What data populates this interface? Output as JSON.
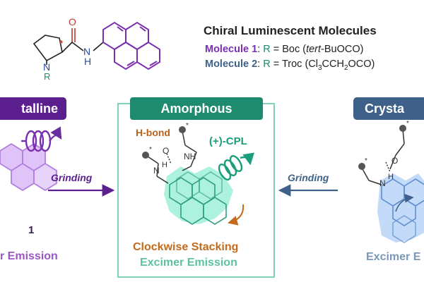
{
  "structure": {
    "atom_o": "O",
    "atom_n_amide": "N",
    "atom_h_amide": "H",
    "atom_n_ring": "N",
    "atom_r": "R",
    "stereo_mark": "*"
  },
  "header": {
    "title": "Chiral Luminescent Molecules",
    "molecule1": {
      "name": "Molecule 1",
      "r_label": "R",
      "desc": "= Boc (",
      "italic": "tert",
      "desc_end": "-BuOCO)"
    },
    "molecule2": {
      "name": "Molecule 2",
      "r_label": "R",
      "desc": "= Troc (Cl",
      "sub1": "3",
      "mid": "CCH",
      "sub2": "2",
      "end": "OCO)"
    }
  },
  "panels": {
    "left": {
      "banner": "talline",
      "arrow_label": "Grinding",
      "compound": "1",
      "emission": "r Emission"
    },
    "center": {
      "banner": "Amorphous",
      "hbond": "H-bond",
      "cpl": "(+)-CPL",
      "stacking": "Clockwise Stacking",
      "emission": "Excimer Emission"
    },
    "right": {
      "banner": "Crysta",
      "arrow_label": "Grinding",
      "emission": "Excimer E"
    }
  },
  "molecule_labels": {
    "nh": "NH",
    "o": "O",
    "h": "H",
    "n": "N",
    "star": "*"
  },
  "colors": {
    "purple_dark": "#5b1f8f",
    "purple_molecule": "#7a2fb0",
    "teal_dark": "#1e8a6e",
    "teal_light": "#5cc2a1",
    "steel_blue": "#3f6189",
    "orange": "#c46a1c"
  }
}
